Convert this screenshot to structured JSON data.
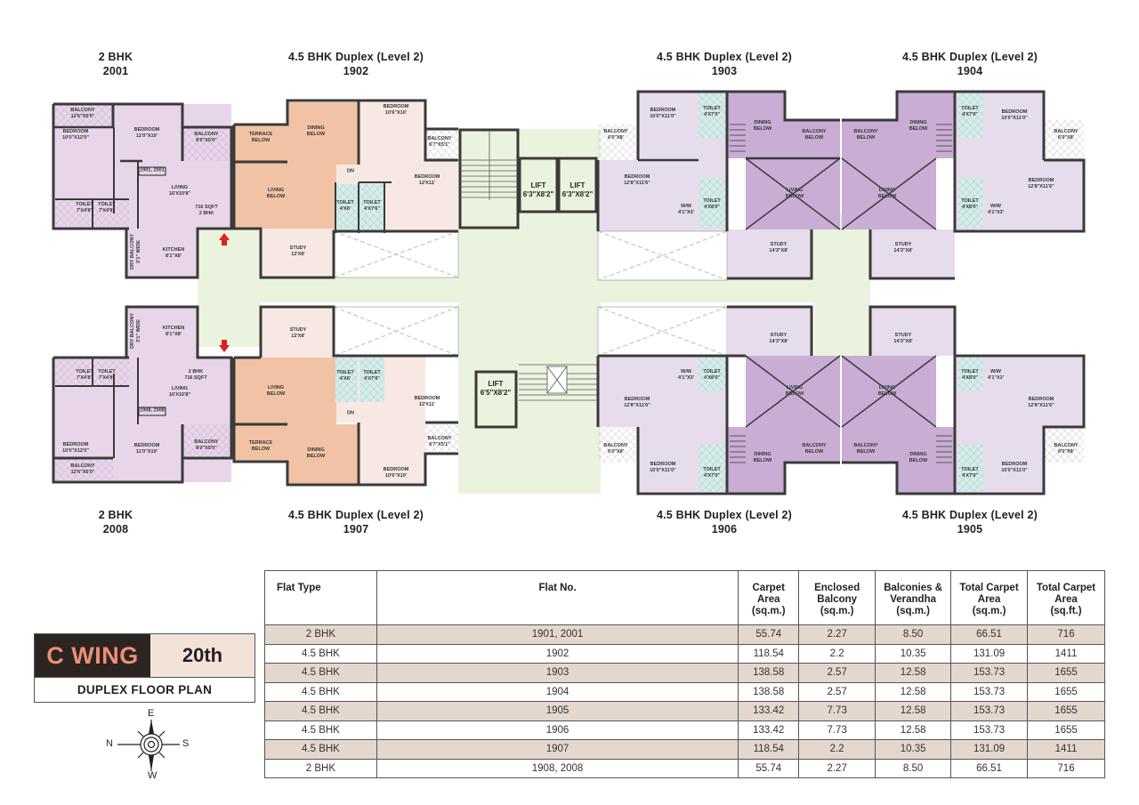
{
  "page": {
    "title": "C WING 20th Duplex Floor Plan"
  },
  "units_top": [
    {
      "type": "2 BHK",
      "number": "2001"
    },
    {
      "type": "4.5 BHK Duplex (Level 2)",
      "number": "1902"
    },
    {
      "type": "4.5 BHK Duplex (Level 2)",
      "number": "1903"
    },
    {
      "type": "4.5 BHK Duplex (Level 2)",
      "number": "1904"
    }
  ],
  "units_bottom": [
    {
      "type": "2 BHK",
      "number": "2008"
    },
    {
      "type": "4.5 BHK Duplex (Level 2)",
      "number": "1907"
    },
    {
      "type": "4.5 BHK Duplex (Level 2)",
      "number": "1906"
    },
    {
      "type": "4.5 BHK Duplex (Level 2)",
      "number": "1905"
    }
  ],
  "plan_labels": {
    "u2001": {
      "balcony1": "BALCONY\n12'6\"X5'0\"",
      "bedroom1": "BEDROOM\n10'0\"X12'0\"",
      "bedroom2": "BEDROOM\n11'0\"X10'",
      "balcony2": "BALCONY\n8'0\"X5'0\"",
      "tag": "1901, 2001",
      "living": "LIVING\n16'X10'8\"",
      "area": "716 SQFT\n2 BHK",
      "toilet1": "TOILET\n7'X4'8\"",
      "toilet2": "TOILET\n7'X4'8\"",
      "dry_balcony": "DRY BALCONY\n3'1\" WIDE",
      "kitchen": "KITCHEN\n8'1\"X8'"
    },
    "u1902": {
      "terrace": "TERRACE\nBELOW",
      "dining": "DINING\nBELOW",
      "living": "LIVING\nBELOW",
      "bedroom1": "BEDROOM\n10'6\"X10'",
      "balcony": "BALCONY\n6'7\"X5'1\"",
      "dn": "DN",
      "toilet1": "TOILET\n4'X6'",
      "toilet2": "TOILET\n4'X7'6\"",
      "bedroom2": "BEDROOM\n12'X11'",
      "study": "STUDY\n12'X8'"
    },
    "u1903": {
      "balcony": "BALCONY\n6'0\"X8'",
      "bedroom1": "BEDROOM\n10'0\"X11'0\"",
      "toilet1": "TOILET\n4'X7'0\"",
      "dining": "DINING\nBELOW",
      "balcony_below": "BALCONY\nBELOW",
      "bedroom2": "BEDROOM\n12'8\"X11'6\"",
      "wiw": "W/W\n4'1\"X3'",
      "toilet2": "TOILET\n4'X8'0\"",
      "living": "LIVING\nBELOW",
      "study": "STUDY\n14'3\"X8'"
    },
    "u1904": {
      "balcony_below": "BALCONY\nBELOW",
      "dining": "DINING\nBELOW",
      "toilet1": "TOILET\n4'X7'0\"",
      "bedroom1": "BEDROOM\n10'0\"X11'0\"",
      "balcony": "BALCONY\n6'0\"X8'",
      "living": "LIVING\nBELOW",
      "bedroom2": "BEDROOM\n12'8\"X11'6\"",
      "toilet2": "TOILET\n4'X8'0\"",
      "wiw": "W/W\n4'1\"X3'",
      "study": "STUDY\n14'3\"X8'"
    },
    "u2008": {
      "dry_balcony": "DRY BALCONY\n3'1\" WIDE",
      "kitchen": "KITCHEN\n8'1\"X8'",
      "toilet1": "TOILET\n7'X4'8\"",
      "toilet2": "TOILET\n7'X4'8\"",
      "area": "2 BHK\n716 SQFT",
      "living": "LIVING\n16'X10'8\"",
      "tag": "1908, 2008",
      "bedroom1": "BEDROOM\n10'0\"X12'0\"",
      "bedroom2": "BEDROOM\n11'0\"X10'",
      "balcony2": "BALCONY\n8'0\"X5'0\"",
      "balcony1": "BALCONY\n12'6\"X5'0\""
    },
    "u1907": {
      "study": "STUDY\n12'X8'",
      "living": "LIVING\nBELOW",
      "toilet1": "TOILET\n4'X6'",
      "toilet2": "TOILET\n4'X7'6\"",
      "bedroom2": "BEDROOM\n12'X11'",
      "dn": "DN",
      "terrace": "TERRACE\nBELOW",
      "dining": "DINING\nBELOW",
      "balcony": "BALCONY\n6'7\"X5'1\"",
      "bedroom1": "BEDROOM\n10'6\"X10'"
    },
    "u1906": {
      "study": "STUDY\n14'3\"X8'",
      "wiw": "W/W\n4'1\"X3'",
      "toilet2": "TOILET\n4'X8'0\"",
      "bedroom2": "BEDROOM\n12'8\"X11'6\"",
      "living": "LIVING\nBELOW",
      "balcony": "BALCONY\n6'0\"X8'",
      "balcony_below": "BALCONY\nBELOW",
      "dining": "DINING\nBELOW",
      "bedroom1": "BEDROOM\n10'0\"X11'0\"",
      "toilet1": "TOILET\n4'X7'0\""
    },
    "u1905": {
      "study": "STUDY\n14'3\"X8'",
      "toilet2": "TOILET\n4'X8'0\"",
      "wiw": "W/W\n4'1\"X3'",
      "bedroom2": "BEDROOM\n12'8\"X11'6\"",
      "living": "LIVING\nBELOW",
      "balcony_below": "BALCONY\nBELOW",
      "dining": "DINING\nBELOW",
      "balcony": "BALCONY\n6'0\"X8'",
      "bedroom1": "BEDROOM\n10'0\"X11'0\"",
      "toilet1": "TOILET\n4'X7'0\""
    },
    "core": {
      "lift1": "LIFT\n6'3\"X8'2\"",
      "lift2": "LIFT\n6'3\"X8'2\"",
      "lift3": "LIFT\n6'5\"X8'2\""
    }
  },
  "title_box": {
    "wing": "C WING",
    "floor": "20th",
    "subtitle": "DUPLEX FLOOR PLAN"
  },
  "compass": {
    "top": "E",
    "bottom": "W",
    "left": "N",
    "right": "S"
  },
  "area_table": {
    "headers": [
      "Flat Type",
      "Flat No.",
      "Carpet\nArea\n(sq.m.)",
      "Enclosed\nBalcony\n(sq.m.)",
      "Balconies &\nVerandha\n(sq.m.)",
      "Total Carpet\nArea\n(sq.m.)",
      "Total Carpet\nArea\n(sq.ft.)"
    ],
    "rows": [
      [
        "2 BHK",
        "1901, 2001",
        "55.74",
        "2.27",
        "8.50",
        "66.51",
        "716"
      ],
      [
        "4.5 BHK",
        "1902",
        "118.54",
        "2.2",
        "10.35",
        "131.09",
        "1411"
      ],
      [
        "4.5 BHK",
        "1903",
        "138.58",
        "2.57",
        "12.58",
        "153.73",
        "1655"
      ],
      [
        "4.5 BHK",
        "1904",
        "138.58",
        "2.57",
        "12.58",
        "153.73",
        "1655"
      ],
      [
        "4.5 BHK",
        "1905",
        "133.42",
        "7.73",
        "12.58",
        "153.73",
        "1655"
      ],
      [
        "4.5 BHK",
        "1906",
        "133.42",
        "7.73",
        "12.58",
        "153.73",
        "1655"
      ],
      [
        "4.5 BHK",
        "1907",
        "118.54",
        "2.2",
        "10.35",
        "131.09",
        "1411"
      ],
      [
        "2 BHK",
        "1908, 2008",
        "55.74",
        "2.27",
        "8.50",
        "66.51",
        "716"
      ]
    ]
  },
  "colors": {
    "two_bhk_fill": "#e8d5ea",
    "duplex_1902_peach": "#f1c3a4",
    "duplex_1902_pink": "#f8e8e4",
    "duplex_lavender": "#e6dcec",
    "duplex_below_purple": "#c9add4",
    "toilet_teal": "#d5ecea",
    "common_area_green": "#eaf3dd",
    "wall": "#3a3a3a",
    "entry_arrow": "#e02020",
    "wing_accent": "#ee8f73",
    "table_shade": "#e3d7ce"
  }
}
